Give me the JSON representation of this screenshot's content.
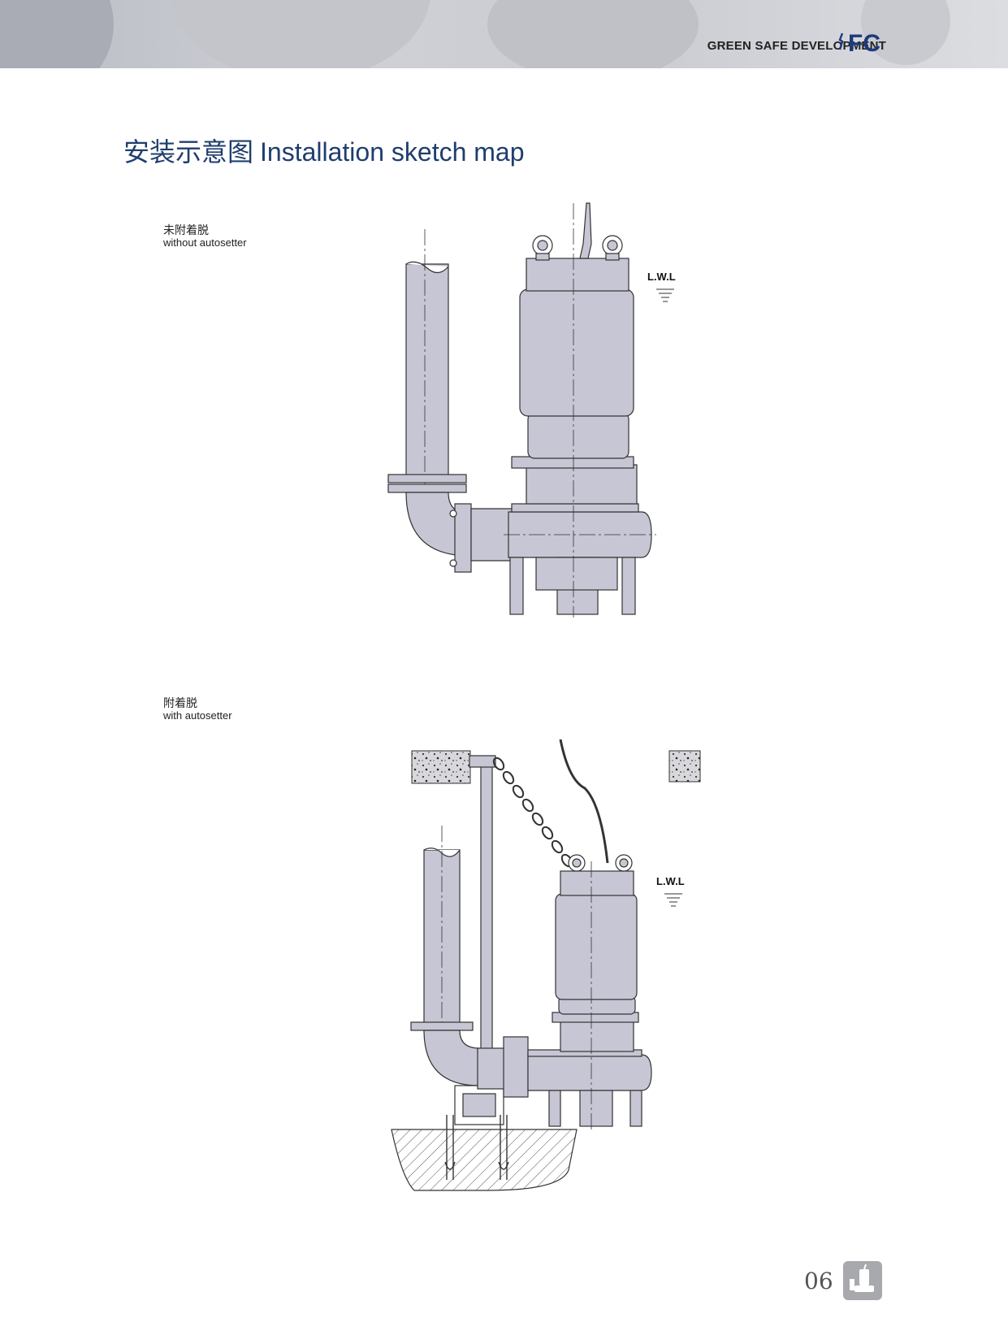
{
  "header": {
    "brand": "GREEN SAFE DEVELOPMENT",
    "logo_text": "FC"
  },
  "title": {
    "cn": "安装示意图",
    "en": "Installation sketch map"
  },
  "section_1": {
    "cn": "未附着脱",
    "en": "without autosetter",
    "lwl": "L.W.L"
  },
  "section_2": {
    "cn": "附着脱",
    "en": "with autosetter",
    "lwl": "L.W.L"
  },
  "footer": {
    "page_number": "06",
    "icon": "pump-icon"
  }
}
